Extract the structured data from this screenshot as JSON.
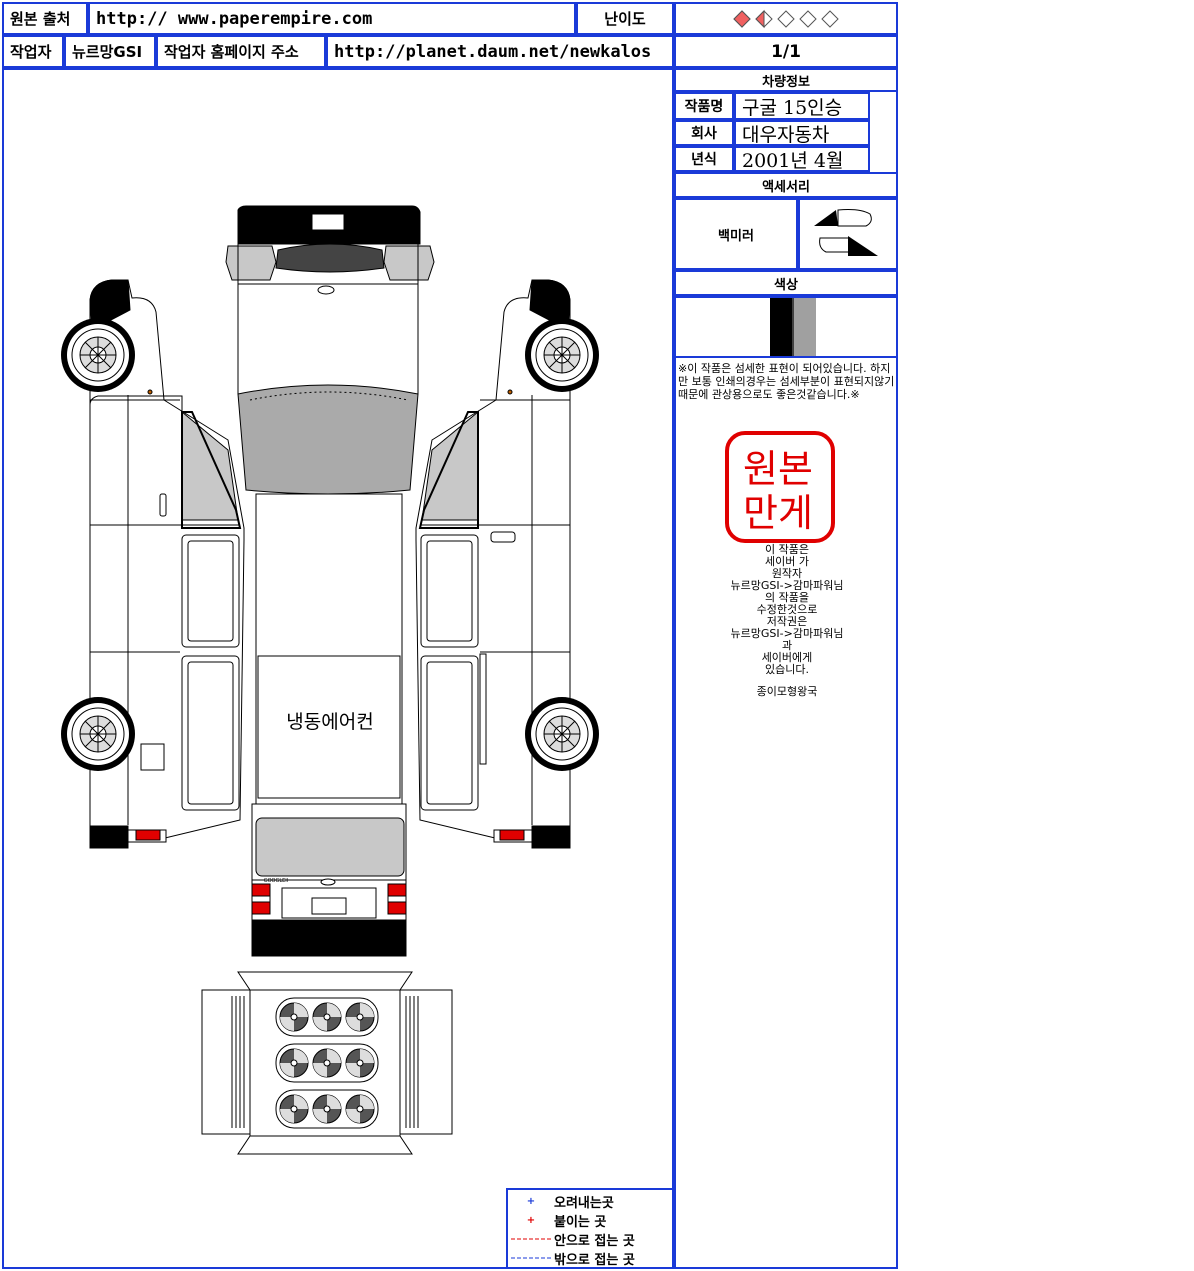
{
  "header": {
    "source_label": "원본 출처",
    "source_url": "http:// www.paperempire.com",
    "difficulty_label": "난이도",
    "difficulty_rating": 1.5,
    "difficulty_max": 5,
    "author_label": "작업자",
    "author_name": "뉴르망GSI",
    "homepage_label": "작업자 홈페이지 주소",
    "homepage_url": "http://planet.daum.net/newkalos",
    "page": "1/1"
  },
  "vehicle_info": {
    "title": "차량정보",
    "rows": [
      {
        "label": "작품명",
        "value": "구굴 15인승"
      },
      {
        "label": "회사",
        "value": "대우자동차"
      },
      {
        "label": "년식",
        "value": "2001년 4월"
      }
    ]
  },
  "accessories": {
    "title": "액세서리",
    "mirror_label": "백미러"
  },
  "colors": {
    "title": "색상",
    "swatches": [
      "#000000",
      "#404040",
      "#a0a0a0"
    ]
  },
  "note_text": "※이 작품은 섬세한 표현이 되어있습니다. 하지만 보통 인쇄의경우는 섬세부분이 표현되지않기때문에 관상용으로도 좋은것같습니다.※",
  "stamp": {
    "lines": [
      "원본",
      "만게"
    ],
    "color": "#e00000"
  },
  "credits": {
    "lines": [
      "이 작품은",
      "세이버 가",
      "원작자",
      "뉴르망GSI->감마파워님",
      "의 작품을",
      "수정한것으로",
      "저작권은",
      "뉴르망GSI->감마파워님",
      "과",
      "세이버에게",
      "있습니다."
    ],
    "footer": "종이모형왕국"
  },
  "model": {
    "roof_text": "냉동에어컨",
    "grille_text": "GOOGLEII"
  },
  "legend": {
    "items": [
      {
        "label": "오려내는곳",
        "mark": "+",
        "color": "#1a3ad8"
      },
      {
        "label": "붙이는 곳",
        "mark": "+",
        "color": "#e00000"
      },
      {
        "label": "안으로 접는 곳",
        "mark": "dash",
        "color": "#e00000"
      },
      {
        "label": "밖으로 접는 곳",
        "mark": "dash",
        "color": "#1a3ad8"
      }
    ]
  }
}
